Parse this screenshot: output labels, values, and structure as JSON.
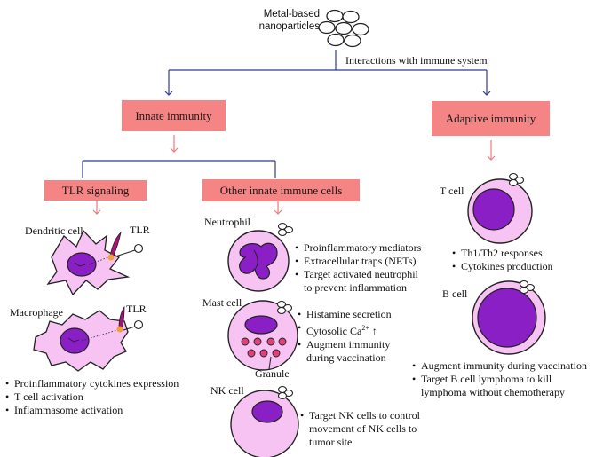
{
  "nanoparticles": {
    "line1": "Metal-based",
    "line2": "nanoparticles"
  },
  "interaction_label": "Interactions with immune system",
  "innate_title": "Innate immunity",
  "adaptive_title": "Adaptive immunity",
  "tlr_title": "TLR signaling",
  "other_title": "Other innate immune cells",
  "dendritic_label": "Dendritic cell",
  "tlr_label_1": "TLR",
  "macrophage_label": "Macrophage",
  "tlr_label_2": "TLR",
  "tlr_bullets": [
    "Proinflammatory cytokines expression",
    "T cell activation",
    "Inflammasome activation"
  ],
  "neutrophil_label": "Neutrophil",
  "neutrophil_bullets": [
    "Proinflammatory mediators",
    "Extracellular traps (NETs)",
    "Target activated neutrophil",
    "to prevent inflammation"
  ],
  "mast_label": "Mast cell",
  "mast_bullets": [
    "Histamine secretion",
    "Cytosolic Ca",
    "Augment immunity",
    "during vaccination"
  ],
  "ca_sup": "2+",
  "ca_arrow": "↑",
  "granule_label": "Granule",
  "nk_label": "NK cell",
  "nk_bullets": [
    "Target NK cells to control",
    "movement of NK cells to",
    "tumor site"
  ],
  "tcell_label": "T cell",
  "tcell_bullets": [
    "Th1/Th2 responses",
    "Cytokines production"
  ],
  "bcell_label": "B cell",
  "adaptive_bullets": [
    "Augment immunity during vaccination",
    "Target B cell lymphoma to kill",
    "lymphoma without chemotherapy"
  ],
  "colors": {
    "arrow_blue": "#2f3a9a",
    "arrow_pink": "#f07a7a",
    "box_fill": "#f58484",
    "cell_fill": "#f6c3f3",
    "nucleus_fill": "#8a1fc6",
    "granule_fill": "#e0417a",
    "tlr_receptor": "#a8107a",
    "tlr_ligand": "#f2a03a"
  }
}
